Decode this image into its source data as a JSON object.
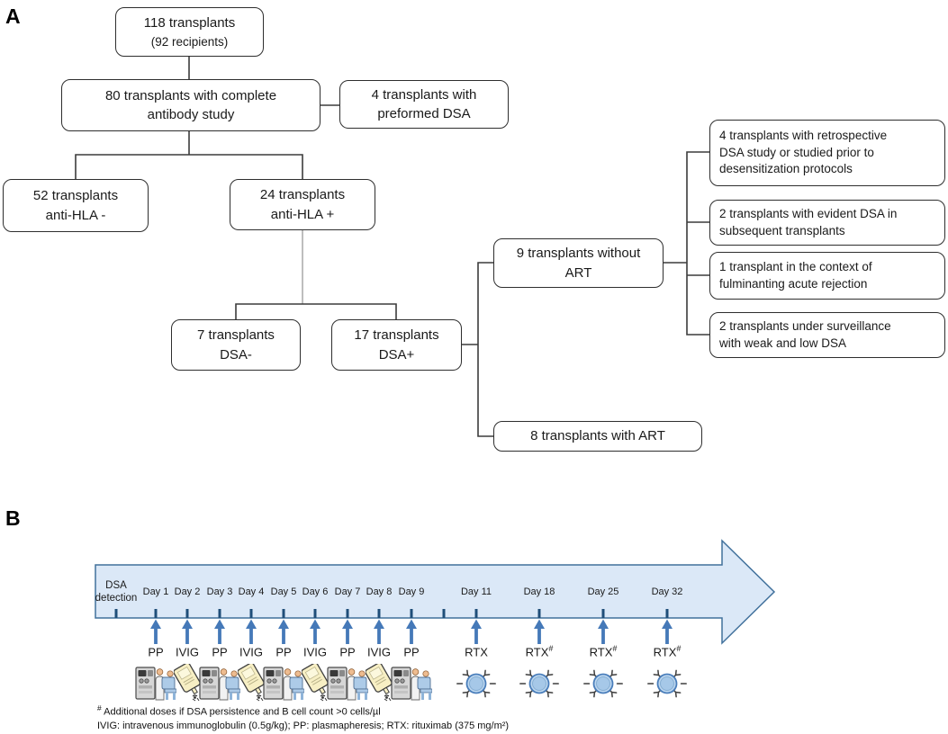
{
  "panel_a": {
    "label": "A",
    "boxes": {
      "b118": {
        "lines": [
          "118 transplants",
          "(92 recipients)"
        ]
      },
      "b80": {
        "lines": [
          "80 transplants with complete",
          "antibody study"
        ]
      },
      "b4": {
        "lines": [
          "4 transplants with",
          "preformed DSA"
        ]
      },
      "b52": {
        "lines": [
          "52 transplants",
          "anti-HLA -"
        ]
      },
      "b24": {
        "lines": [
          "24 transplants",
          "anti-HLA +"
        ]
      },
      "b7": {
        "lines": [
          "7 transplants",
          "DSA-"
        ]
      },
      "b17": {
        "lines": [
          "17 transplants",
          "DSA+"
        ]
      },
      "b9": {
        "lines": [
          "9 transplants without",
          "ART"
        ]
      },
      "b8": {
        "lines": [
          "8 transplants with ART"
        ]
      },
      "r1": {
        "lines": [
          "4 transplants with retrospective",
          "DSA study or studied prior to",
          "desensitization protocols"
        ]
      },
      "r2": {
        "lines": [
          "2 transplants with evident DSA in",
          "subsequent transplants"
        ]
      },
      "r3": {
        "lines": [
          "1 transplant in the context of",
          "fulminanting acute rejection"
        ]
      },
      "r4": {
        "lines": [
          "2 transplants under surveillance",
          "with weak and low DSA"
        ]
      }
    }
  },
  "panel_b": {
    "label": "B",
    "start_label": {
      "lines": [
        "DSA",
        "detection"
      ]
    },
    "days": [
      {
        "label": "Day 1",
        "treatment": "PP",
        "icon": "pp-machine-icon"
      },
      {
        "label": "Day 2",
        "treatment": "IVIG",
        "icon": "ivig-bag-icon"
      },
      {
        "label": "Day 3",
        "treatment": "PP",
        "icon": "pp-machine-icon"
      },
      {
        "label": "Day 4",
        "treatment": "IVIG",
        "icon": "ivig-bag-icon"
      },
      {
        "label": "Day 5",
        "treatment": "PP",
        "icon": "pp-machine-icon"
      },
      {
        "label": "Day 6",
        "treatment": "IVIG",
        "icon": "ivig-bag-icon"
      },
      {
        "label": "Day 7",
        "treatment": "PP",
        "icon": "pp-machine-icon"
      },
      {
        "label": "Day 8",
        "treatment": "IVIG",
        "icon": "ivig-bag-icon"
      },
      {
        "label": "Day 9",
        "treatment": "PP",
        "icon": "pp-machine-icon"
      },
      {
        "label": "Day 11",
        "treatment": "RTX",
        "icon": "rtx-cell-icon"
      },
      {
        "label": "Day 18",
        "treatment": "RTX",
        "sup": "#",
        "icon": "rtx-cell-icon"
      },
      {
        "label": "Day 25",
        "treatment": "RTX",
        "sup": "#",
        "icon": "rtx-cell-icon"
      },
      {
        "label": "Day 32",
        "treatment": "RTX",
        "sup": "#",
        "icon": "rtx-cell-icon"
      }
    ],
    "footnotes": {
      "sup": "#",
      "line1": " Additional doses if DSA persistence and B cell count >0 cells/µl",
      "line2": "IVIG: intravenous immunoglobulin (0.5g/kg); PP: plasmapheresis; RTX: rituximab (375 mg/m²)"
    },
    "colors": {
      "arrow_fill": "#dbe8f7",
      "arrow_stroke": "#41719c",
      "tick": "#1f4e79",
      "dose_arrow": "#4579b8"
    }
  }
}
